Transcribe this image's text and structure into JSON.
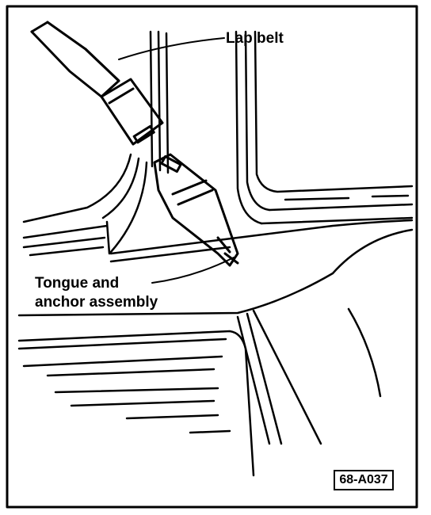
{
  "labels": {
    "lap_belt": "Lap belt",
    "tongue_line1": "Tongue and",
    "tongue_line2": "anchor assembly"
  },
  "figure_id": "68-A037",
  "colors": {
    "ink": "#000000",
    "paper": "#ffffff"
  }
}
